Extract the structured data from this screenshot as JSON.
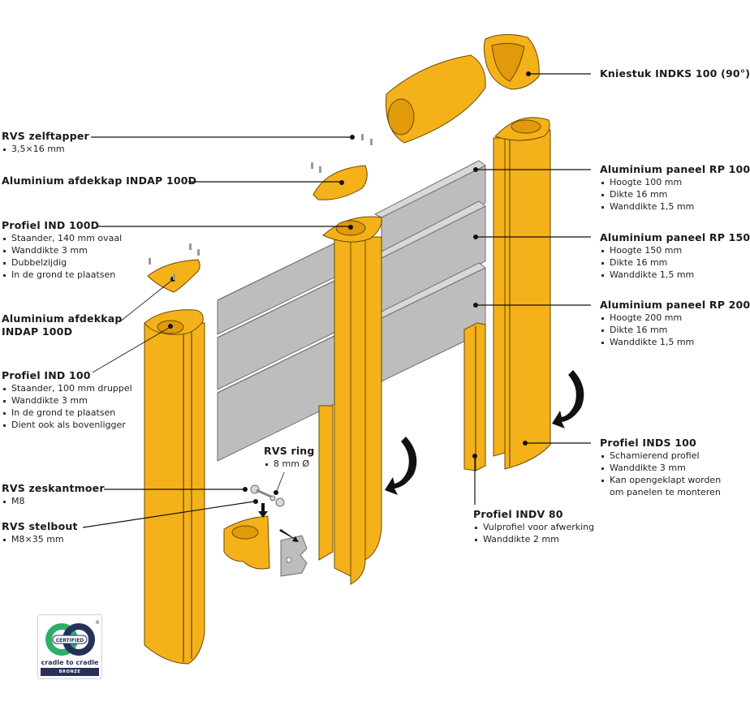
{
  "colors": {
    "profile_yellow": "#F5B11A",
    "profile_outline": "#6b4a00",
    "panel_grey": "#BDBDBD",
    "panel_outline": "#6f6f6f",
    "leader_line": "#111111",
    "badge_green": "#2EAE68",
    "badge_navy": "#27305A"
  },
  "labels": {
    "zelftapper": {
      "title": "RVS zelftapper",
      "items": [
        "3,5×16 mm"
      ]
    },
    "afdekkap_100d_top": {
      "title": "Aluminium afdekkap INDAP 100D",
      "items": []
    },
    "profiel_ind_100d": {
      "title": "Profiel IND 100D",
      "items": [
        "Staander, 140 mm ovaal",
        "Wanddikte 3 mm",
        "Dubbelzijdig",
        "In de grond te plaatsen"
      ]
    },
    "afdekkap_100d_left": {
      "title_line1": "Aluminium afdekkap",
      "title_line2": "INDAP 100D",
      "items": []
    },
    "profiel_ind_100": {
      "title": "Profiel IND 100",
      "items": [
        "Staander, 100 mm druppel",
        "Wanddikte 3 mm",
        "In de grond te plaatsen",
        "Dient ook als bovenligger"
      ]
    },
    "zeskantmoer": {
      "title": "RVS zeskantmoer",
      "items": [
        "M8"
      ]
    },
    "stelbout": {
      "title": "RVS stelbout",
      "items": [
        "M8×35 mm"
      ]
    },
    "ring": {
      "title": "RVS ring",
      "items": [
        "8 mm Ø"
      ]
    },
    "kniestuk": {
      "title": "Kniestuk INDKS 100 (90°)",
      "items": []
    },
    "paneel_rp100": {
      "title": "Aluminium paneel RP 100",
      "items": [
        "Hoogte 100 mm",
        "Dikte 16 mm",
        "Wanddikte 1,5 mm"
      ]
    },
    "paneel_rp150": {
      "title": "Aluminium paneel RP 150",
      "items": [
        "Hoogte 150 mm",
        "Dikte 16 mm",
        "Wanddikte 1,5 mm"
      ]
    },
    "paneel_rp200": {
      "title": "Aluminium paneel RP 200",
      "items": [
        "Hoogte 200 mm",
        "Dikte 16 mm",
        "Wanddikte 1,5 mm"
      ]
    },
    "profiel_inds_100": {
      "title": "Profiel INDS 100",
      "items": [
        "Schamierend profiel",
        "Wanddikte 3 mm",
        "Kan opengeklapt worden",
        "om panelen te monteren"
      ]
    },
    "profiel_indv_80": {
      "title": "Profiel INDV 80",
      "items": [
        "Vulprofiel voor afwerking",
        "Wanddikte 2 mm"
      ]
    }
  },
  "badge": {
    "mark_text": "CERTIFIED",
    "name": "cradle to cradle",
    "level": "BRONZE",
    "registered": "®"
  }
}
